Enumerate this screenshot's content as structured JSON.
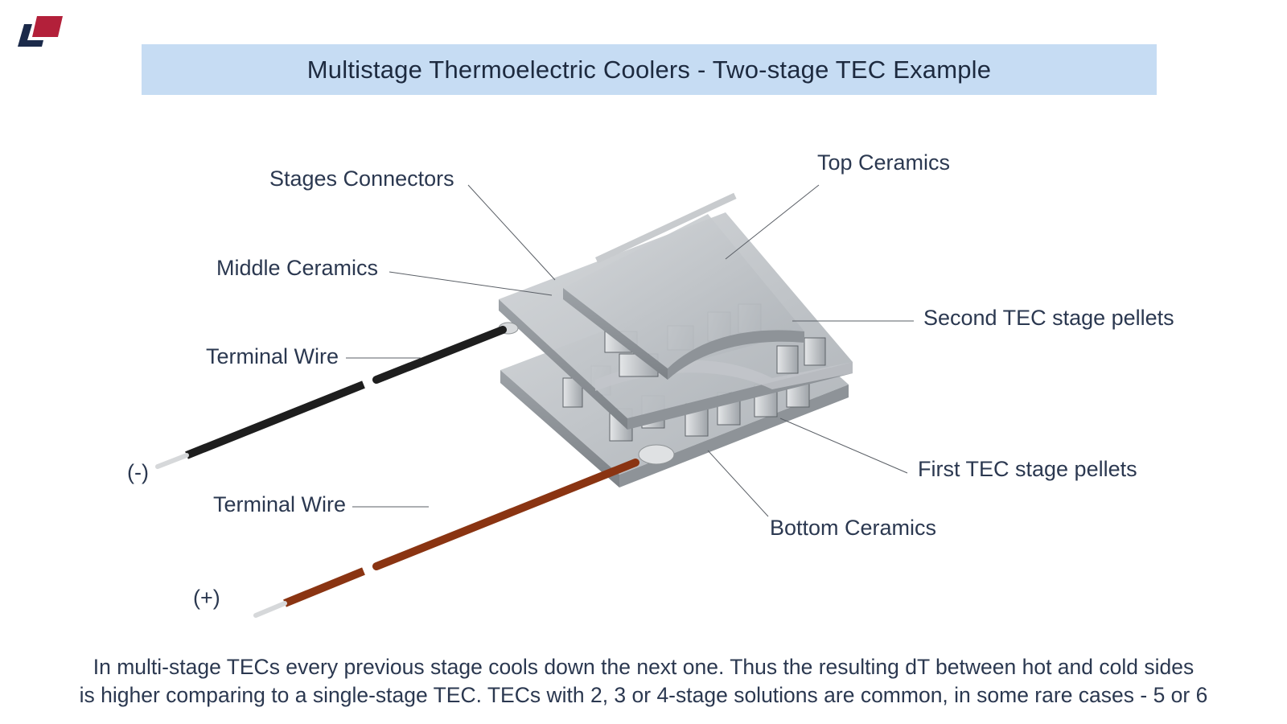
{
  "title": "Multistage Thermoelectric Coolers - Two-stage TEC Example",
  "colors": {
    "title_background": "#c6dcf3",
    "logo_navy": "#1b2a4a",
    "logo_red": "#b3203a",
    "negative_wire": "#1e1e1e",
    "positive_wire": "#8a3412",
    "ceramics": "#b9bdc1"
  },
  "diagram": {
    "labels": {
      "stages_connectors": "Stages Connectors",
      "top_ceramics": "Top Ceramics",
      "middle_ceramics": "Middle Ceramics",
      "second_stage_pellets": "Second TEC stage pellets",
      "terminal_wire_negative": "Terminal Wire",
      "negative_sign": "(-)",
      "terminal_wire_positive": "Terminal Wire",
      "first_stage_pellets": "First TEC stage pellets",
      "bottom_ceramics": "Bottom Ceramics",
      "positive_sign": "(+)"
    }
  },
  "footer": {
    "line1": "In multi-stage TECs every previous stage cools down the next one. Thus the resulting dT between hot and cold sides",
    "line2": "is higher comparing to a single-stage TEC. TECs with 2, 3 or 4-stage solutions are common, in some rare cases - 5 or 6"
  }
}
